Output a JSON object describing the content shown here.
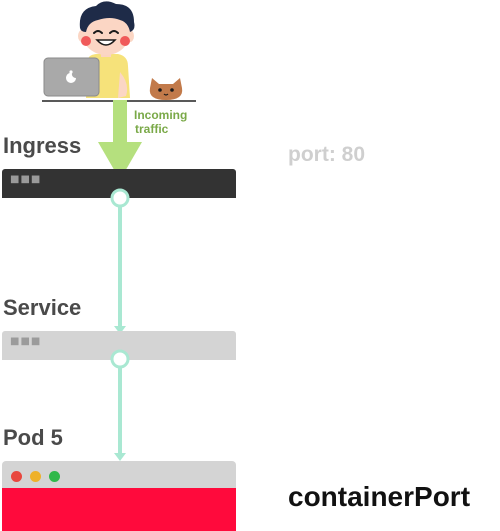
{
  "diagram": {
    "traffic_label_line1": "Incoming",
    "traffic_label_line2": "traffic",
    "ingress_label": "Ingress",
    "service_label": "Service",
    "pod_label": "Pod 5",
    "port_label": "port: 80",
    "container_port_label": "containerPort"
  },
  "colors": {
    "arrow_green": "#b5e07e",
    "connector_mint": "#a9e8d2",
    "ingress_bar": "#333333",
    "service_bar": "#d4d4d4",
    "pod_body": "#ff0a3c",
    "traffic_text": "#7aa948",
    "port_text": "#cfcfcf"
  },
  "icons": {
    "user": "person-with-laptop-icon",
    "cat": "cat-icon",
    "window_dots": "window-dots-icon",
    "window_controls": [
      "red-light-icon",
      "yellow-light-icon",
      "green-light-icon"
    ]
  }
}
